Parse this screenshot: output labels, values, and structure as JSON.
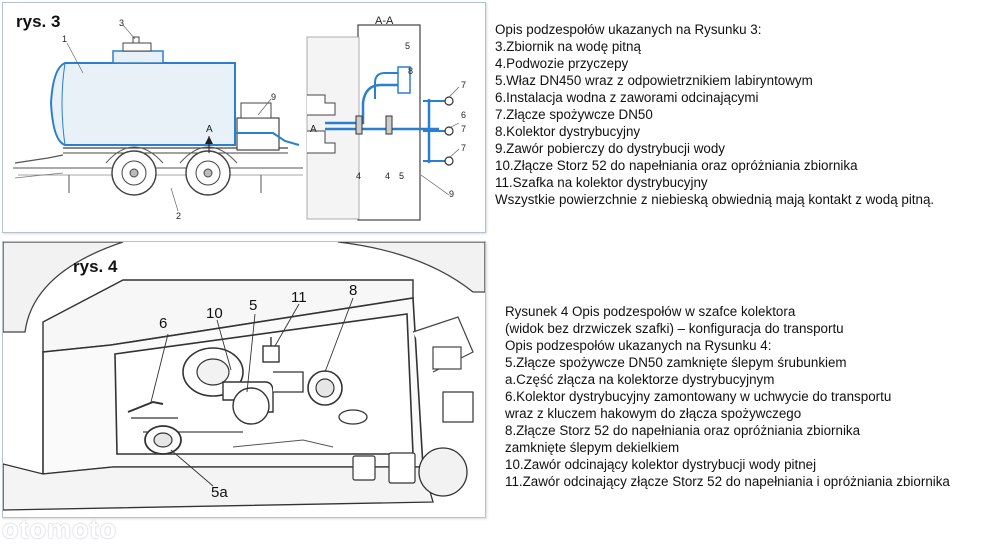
{
  "figure3": {
    "label": "rys. 3",
    "section_label": "A-A",
    "section_marks": [
      "A",
      "A"
    ],
    "callouts": [
      "1",
      "2",
      "3",
      "4",
      "5",
      "6",
      "7",
      "7",
      "7",
      "8",
      "9",
      "9",
      "4",
      "5"
    ]
  },
  "figure4": {
    "label": "rys. 4",
    "callouts": [
      "6",
      "10",
      "5",
      "11",
      "8",
      "5a"
    ]
  },
  "description3": {
    "lines": [
      "Opis podzespołów ukazanych na Rysunku 3:",
      "3.Zbiornik na wodę pitną",
      "4.Podwozie przyczepy",
      "5.Właz DN450 wraz z odpowietrznikiem labiryntowym",
      "6.Instalacja wodna z zaworami odcinającymi",
      "7.Złącze spożywcze DN50",
      "8.Kolektor dystrybucyjny",
      "9.Zawór pobierczy do dystrybucji wody",
      "10.Złącze Storz 52 do napełniania oraz opróżniania zbiornika",
      "11.Szafka na kolektor dystrybucyjny",
      "Wszystkie powierzchnie z niebieską obwiednią mają kontakt z wodą pitną."
    ]
  },
  "description4": {
    "lines": [
      "Rysunek 4 Opis podzespołów w szafce kolektora",
      "(widok bez drzwiczek szafki) – konfiguracja do transportu",
      "Opis podzespołów ukazanych na Rysunku 4:",
      "5.Złącze spożywcze DN50 zamknięte ślepym śrubunkiem",
      "a.Część złącza na kolektorze dystrybucyjnym",
      "6.Kolektor dystrybucyjny zamontowany w uchwycie do transportu",
      "wraz z kluczem hakowym do złącza spożywczego",
      "8.Złącze Storz 52 do napełniania oraz opróżniania zbiornika",
      "zamknięte ślepym dekielkiem",
      "10.Zawór odcinający kolektor dystrybucji wody pitnej",
      "11.Zawór odcinający złącze Storz 52 do napełniania i opróżniania zbiornika"
    ]
  },
  "watermark": "otomoto",
  "colors": {
    "drawing_line": "#3a3a3a",
    "water_contact_outline": "#2b7fd0",
    "tank_fill": "#e9f1f8",
    "cabinet_interior": "#ffffff"
  }
}
